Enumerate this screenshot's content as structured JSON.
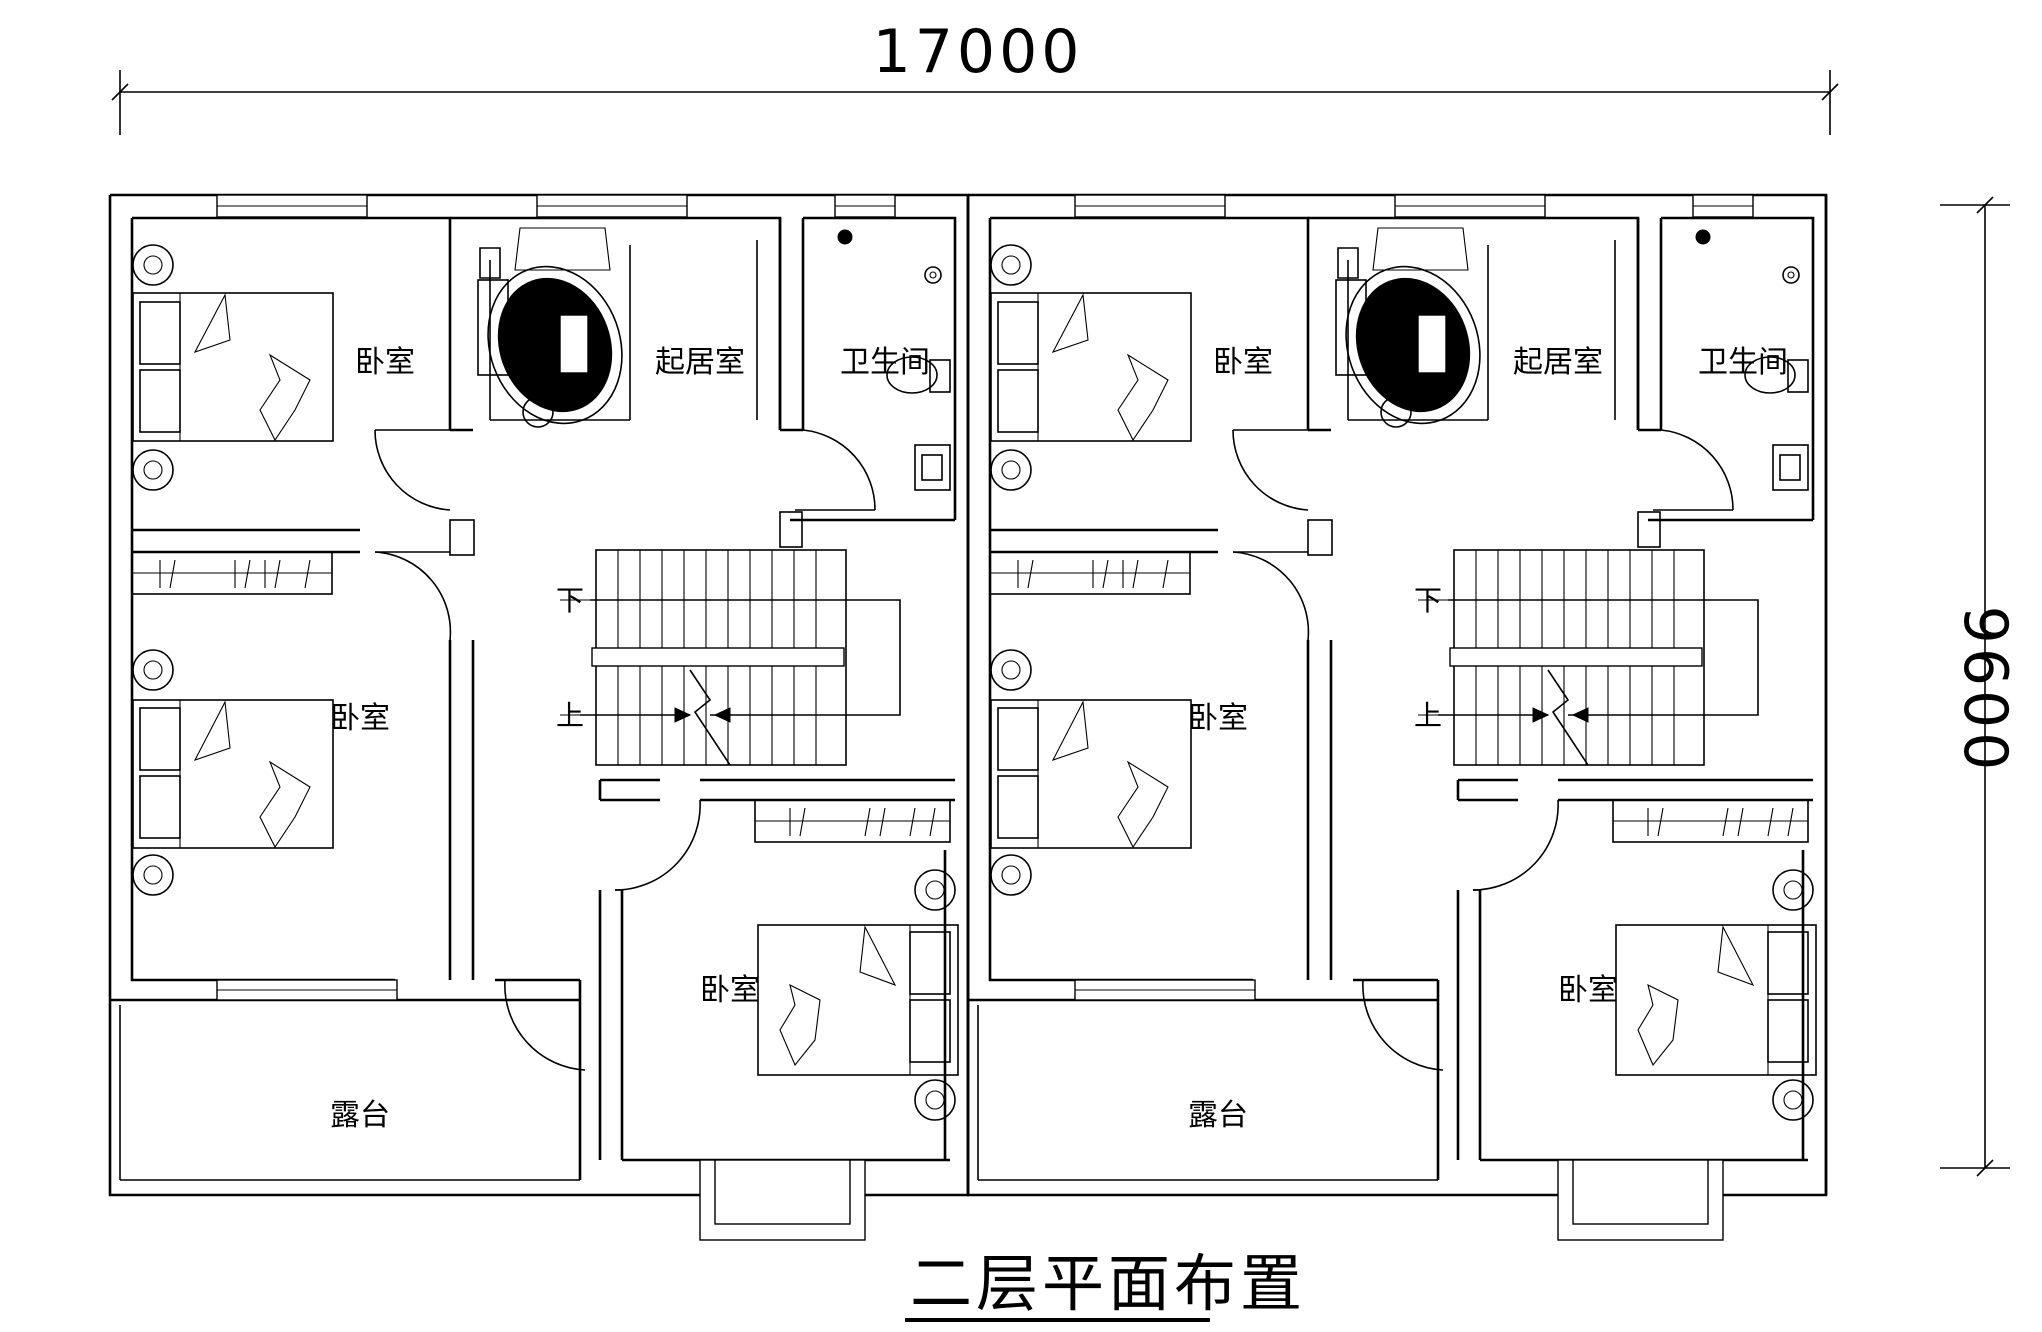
{
  "dimensions": {
    "width_label": "17000",
    "depth_label": "9600"
  },
  "title": "二层平面布置",
  "units": [
    {
      "rooms": {
        "bedroom_top": "卧室",
        "living": "起居室",
        "bath": "卫生间",
        "bedroom_mid": "卧室",
        "bedroom_bottom": "卧室",
        "terrace": "露台"
      },
      "stair": {
        "down": "下",
        "up": "上"
      }
    },
    {
      "rooms": {
        "bedroom_top": "卧室",
        "living": "起居室",
        "bath": "卫生间",
        "bedroom_mid": "卧室",
        "bedroom_bottom": "卧室",
        "terrace": "露台"
      },
      "stair": {
        "down": "下",
        "up": "上"
      }
    }
  ],
  "colors": {
    "line": "#000000",
    "background": "#ffffff"
  }
}
